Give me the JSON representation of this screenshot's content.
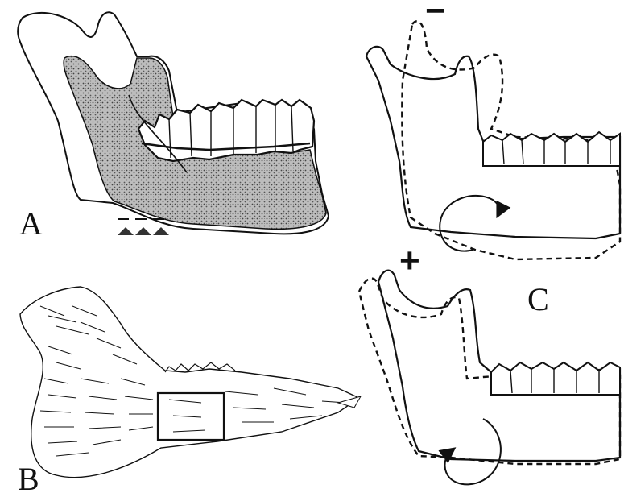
{
  "panels": {
    "a": {
      "label": "A"
    },
    "b": {
      "label": "B"
    },
    "c": {
      "label": "C"
    }
  },
  "signs": {
    "minus": "−",
    "plus": "+"
  }
}
